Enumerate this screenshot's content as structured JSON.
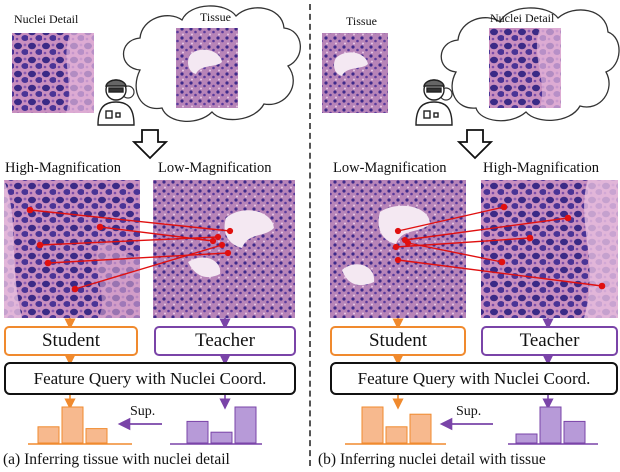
{
  "panels": {
    "left": {
      "nuclei_label": "Nuclei Detail",
      "tissue_label": "Tissue",
      "student_input_label": "High-Magnification",
      "teacher_input_label": "Low-Magnification",
      "student_label": "Student",
      "teacher_label": "Teacher",
      "query_label": "Feature Query with Nuclei Coord.",
      "sup_label": "Sup.",
      "caption": "(a) Inferring tissue with nuclei detail"
    },
    "right": {
      "tissue_label": "Tissue",
      "nuclei_label": "Nuclei Detail",
      "student_input_label": "Low-Magnification",
      "teacher_input_label": "High-Magnification",
      "student_label": "Student",
      "teacher_label": "Teacher",
      "query_label": "Feature Query with Nuclei Coord.",
      "sup_label": "Sup.",
      "caption": "(b) Inferring nuclei detail with tissue"
    }
  },
  "colors": {
    "student": "#f08a2e",
    "student_fill": "#f7b98e",
    "teacher": "#7a44a8",
    "teacher_fill": "#b79ad8",
    "match_line": "#e01010"
  },
  "histograms": {
    "left_student": [
      0.45,
      1.0,
      0.4
    ],
    "left_teacher": [
      0.6,
      0.3,
      1.0
    ],
    "right_student": [
      1.0,
      0.45,
      0.8
    ],
    "right_teacher": [
      0.25,
      1.0,
      0.6
    ]
  },
  "icons": [
    "pathologist-icon",
    "thought-cloud-icon",
    "down-arrow-icon"
  ]
}
